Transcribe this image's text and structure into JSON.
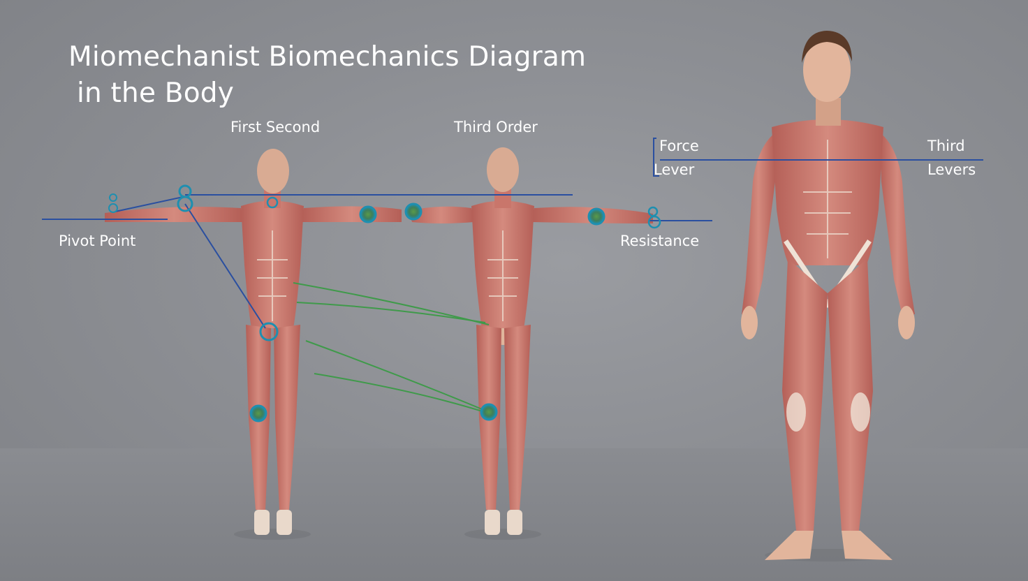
{
  "title": {
    "line1": "Miomechanist Biomechanics Diagram",
    "line2": "in  the Body"
  },
  "labels": {
    "first_second": "First Second",
    "third_order": "Third Order",
    "pivot_point": "Pivot Point",
    "resistance": "Resistance",
    "force": "Force",
    "lever": "Lever",
    "third": "Third",
    "levers": "Levers"
  },
  "colors": {
    "background": "#8d8f94",
    "lever_line": "#2a4fa0",
    "muscle_line": "#3f9a4a",
    "joint_marker": "#1e8fb0",
    "muscle": "#c8766b",
    "tendon": "#efe2d6",
    "skin": "#e2b59c"
  },
  "figures": [
    {
      "name": "muscle-figure-arms-out-left",
      "pose": "t-pose"
    },
    {
      "name": "muscle-figure-arms-out-right",
      "pose": "t-pose"
    },
    {
      "name": "muscle-figure-standing",
      "pose": "standing"
    }
  ]
}
